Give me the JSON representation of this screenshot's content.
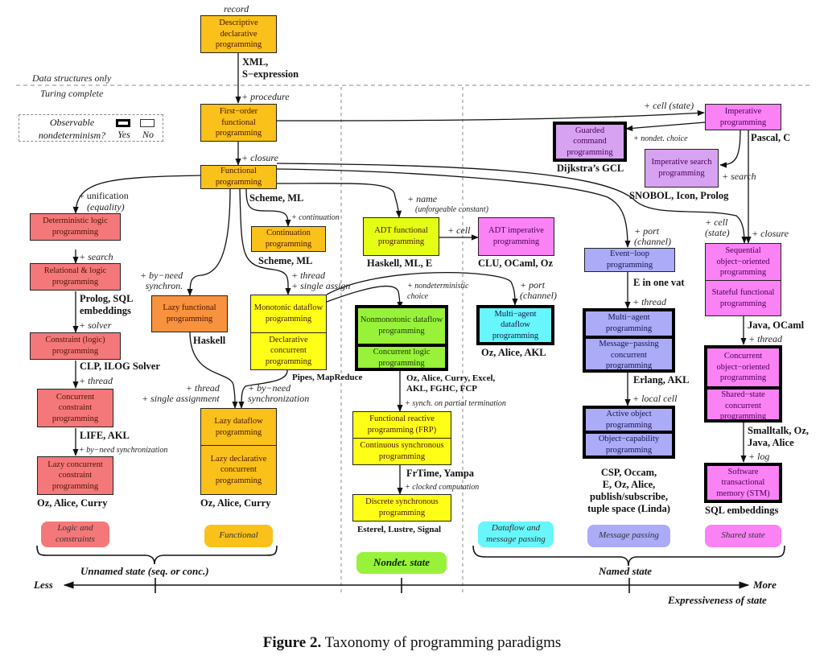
{
  "caption": {
    "label": "Figure 2.",
    "text": "Taxonomy of programming paradigms"
  },
  "legend": {
    "question_line1": "Observable",
    "question_line2": "nondeterminism?",
    "yes": "Yes",
    "no": "No"
  },
  "levels": {
    "above": "Data structures only",
    "below": "Turing complete",
    "top_label": "record"
  },
  "boxes": {
    "descriptive": {
      "cells": [
        "Descriptive declarative programming"
      ],
      "lang": "XML,\nS−expression",
      "color": "#f9c11a",
      "nondeterminism": false
    },
    "first_order": {
      "cells": [
        "First−order functional programming"
      ],
      "color": "#f9c11a",
      "nondeterminism": false
    },
    "functional": {
      "cells": [
        "Functional programming"
      ],
      "lang": "Scheme, ML",
      "color": "#f9c11a",
      "nondeterminism": false
    },
    "continuation": {
      "cells": [
        "Continuation programming"
      ],
      "lang": "Scheme, ML",
      "color": "#f9c11a",
      "nondeterminism": false
    },
    "det_logic": {
      "cells": [
        "Deterministic logic programming"
      ],
      "color": "#f4787a",
      "nondeterminism": false
    },
    "relational": {
      "cells": [
        "Relational & logic programming"
      ],
      "lang": "Prolog, SQL embeddings",
      "color": "#f4787a",
      "nondeterminism": false
    },
    "constraint": {
      "cells": [
        "Constraint (logic) programming"
      ],
      "lang": "CLP, ILOG Solver",
      "color": "#f4787a",
      "nondeterminism": false
    },
    "conc_constraint": {
      "cells": [
        "Concurrent constraint programming"
      ],
      "lang": "LIFE, AKL",
      "color": "#f4787a",
      "nondeterminism": false
    },
    "lazy_conc_constraint": {
      "cells": [
        "Lazy concurrent constraint programming"
      ],
      "lang": "Oz, Alice, Curry",
      "color": "#f4787a",
      "nondeterminism": false
    },
    "lazy_functional": {
      "cells": [
        "Lazy functional programming"
      ],
      "lang": "Haskell",
      "color": "#f7923e",
      "nondeterminism": false
    },
    "monotonic": {
      "cells": [
        "Monotonic dataflow programming",
        "Declarative concurrent programming"
      ],
      "lang": "Pipes, MapReduce",
      "color": "#fefe16",
      "nondeterminism": false
    },
    "lazy_dataflow": {
      "cells": [
        "Lazy dataflow programming",
        "Lazy declarative concurrent programming"
      ],
      "lang": "Oz, Alice, Curry",
      "color": "#f9c11a",
      "nondeterminism": false
    },
    "adt_functional": {
      "cells": [
        "ADT functional programming"
      ],
      "lang": "Haskell, ML, E",
      "color": "#e4ff14",
      "nondeterminism": false
    },
    "adt_imperative": {
      "cells": [
        "ADT imperative programming"
      ],
      "lang": "CLU, OCaml, Oz",
      "color": "#fa82f5",
      "nondeterminism": false
    },
    "nonmonotonic": {
      "cells": [
        "Nonmonotonic dataflow programming",
        "Concurrent logic programming"
      ],
      "lang": "Oz, Alice, Curry, Excel,\nAKL, FGHC, FCP",
      "color": "#98f23a",
      "nondeterminism": true
    },
    "multi_agent_dataflow": {
      "cells": [
        "Multi−agent dataflow programming"
      ],
      "lang": "Oz, Alice, AKL",
      "color": "#66f6fb",
      "nondeterminism": true
    },
    "frp": {
      "cells": [
        "Functional reactive programming (FRP)",
        "Continuous synchronous programming"
      ],
      "lang": "FrTime, Yampa",
      "color": "#fefe16",
      "nondeterminism": false
    },
    "discrete_sync": {
      "cells": [
        "Discrete synchronous programming"
      ],
      "lang": "Esterel, Lustre, Signal",
      "color": "#fefe16",
      "nondeterminism": false
    },
    "imperative": {
      "cells": [
        "Imperative programming"
      ],
      "lang": "Pascal, C",
      "color": "#fa82f5",
      "nondeterminism": false
    },
    "guarded": {
      "cells": [
        "Guarded command programming"
      ],
      "lang": "Dijkstra’s GCL",
      "color": "#d8a2f2",
      "nondeterminism": true
    },
    "imp_search": {
      "cells": [
        "Imperative search programming"
      ],
      "lang": "SNOBOL, Icon, Prolog",
      "color": "#d8a2f2",
      "nondeterminism": false
    },
    "event_loop": {
      "cells": [
        "Event−loop programming"
      ],
      "lang": "E in one vat",
      "color": "#ababf7",
      "nondeterminism": false
    },
    "multi_agent": {
      "cells": [
        "Multi−agent programming",
        "Message−passing concurrent programming"
      ],
      "lang": "Erlang, AKL",
      "color": "#ababf7",
      "nondeterminism": true
    },
    "active_object": {
      "cells": [
        "Active object programming",
        "Object−capability programming"
      ],
      "lang": "CSP, Occam,\nE, Oz, Alice,\npublish/subscribe,\ntuple space (Linda)",
      "color": "#ababf7",
      "nondeterminism": true
    },
    "seq_oo": {
      "cells": [
        "Sequential object−oriented programming",
        "Stateful functional programming"
      ],
      "lang": "Java, OCaml",
      "color": "#fa82f5",
      "nondeterminism": false
    },
    "conc_oo": {
      "cells": [
        "Concurrent object−oriented programming",
        "Shared−state concurrent programming"
      ],
      "lang": "Smalltalk, Oz,\nJava, Alice",
      "color": "#fa82f5",
      "nondeterminism": true
    },
    "stm": {
      "cells": [
        "Software transactional memory (STM)"
      ],
      "lang": "SQL embeddings",
      "color": "#fa82f5",
      "nondeterminism": true
    }
  },
  "edges": {
    "procedure": "+ procedure",
    "closure": "+ closure",
    "unification": "+ unification",
    "equality": "(equality)",
    "search_logic": "+ search",
    "solver": "+ solver",
    "thread_logic": "+ thread",
    "byneed_sync_logic": "+ by−need synchronization",
    "continuation": "+ continuation",
    "byneed_synchron": "+ by−need\nsynchron.",
    "thread_single": "+ thread\n+ single assign",
    "thread_single_assignment": "+ thread\n+ single assignment",
    "byneed_synchronization": "+ by−need\nsynchronization",
    "name": "+ name",
    "unforgeable": "(unforgeable constant)",
    "cell": "+ cell",
    "nondet_choice": "+ nondeterministic\nchoice",
    "port_dataflow": "+ port\n(channel)",
    "synch_partial": "+ synch. on partial termination",
    "clocked": "+ clocked computation",
    "cell_state": "+ cell (state)",
    "nondet_choice_short": "+ nondet. choice",
    "search_imp": "+ search",
    "port_event": "+ port\n(channel)",
    "cell_state_oo": "+ cell\n(state)",
    "closure_oo": "+ closure",
    "thread_msg": "+ thread",
    "local_cell": "+ local cell",
    "thread_oo": "+ thread",
    "log": "+ log"
  },
  "categories": [
    {
      "label": "Logic and\nconstraints",
      "color": "#f4787a"
    },
    {
      "label": "Functional",
      "color": "#f9c11a"
    },
    {
      "label": "Nondet. state",
      "color": "#98f23a"
    },
    {
      "label": "Dataflow and\nmessage passing",
      "color": "#66f6fb"
    },
    {
      "label": "Message passing",
      "color": "#ababf7"
    },
    {
      "label": "Shared state",
      "color": "#fa82f5"
    }
  ],
  "groups": {
    "unnamed": "Unnamed state (seq. or conc.)",
    "named": "Named state"
  },
  "axis": {
    "less": "Less",
    "more": "More",
    "title": "Expressiveness of state"
  }
}
